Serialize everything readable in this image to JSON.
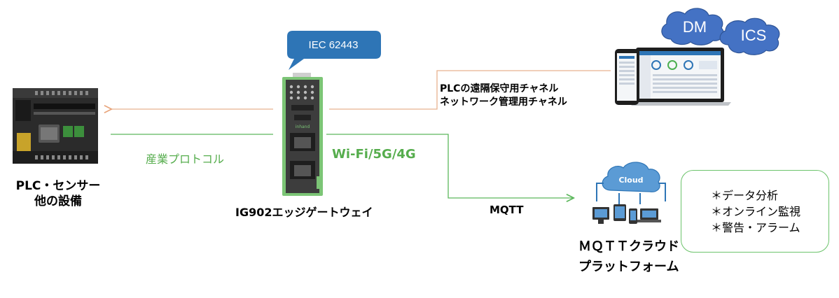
{
  "callout": {
    "text": "IEC 62443"
  },
  "clouds": {
    "dm": "DM",
    "ics": "ICS"
  },
  "labels": {
    "plc_device": [
      "PLC・センサー",
      "他の設備"
    ],
    "gateway": "IG902エッジゲートウェイ",
    "protocol": "産業プロトコル",
    "wireless": "Wi-Fi/5G/4G",
    "remote_channel": [
      "PLCの遠隔保守用チャネル",
      "ネットワーク管理用チャネル"
    ],
    "mqtt": "MQTT",
    "cloud_platform": [
      "ＭＱＴＴクラウド",
      "プラットフォーム"
    ],
    "cloud_icon": "Cloud"
  },
  "features": [
    "＊データ分析",
    "＊オンライン監視",
    "＊警告・アラーム"
  ],
  "colors": {
    "accent_green": "#56ad4d",
    "orange_line": "#e8b28f",
    "callout_blue": "#2e75b6",
    "cloud_blue": "#4472c4",
    "feature_border": "#6cc36b"
  }
}
